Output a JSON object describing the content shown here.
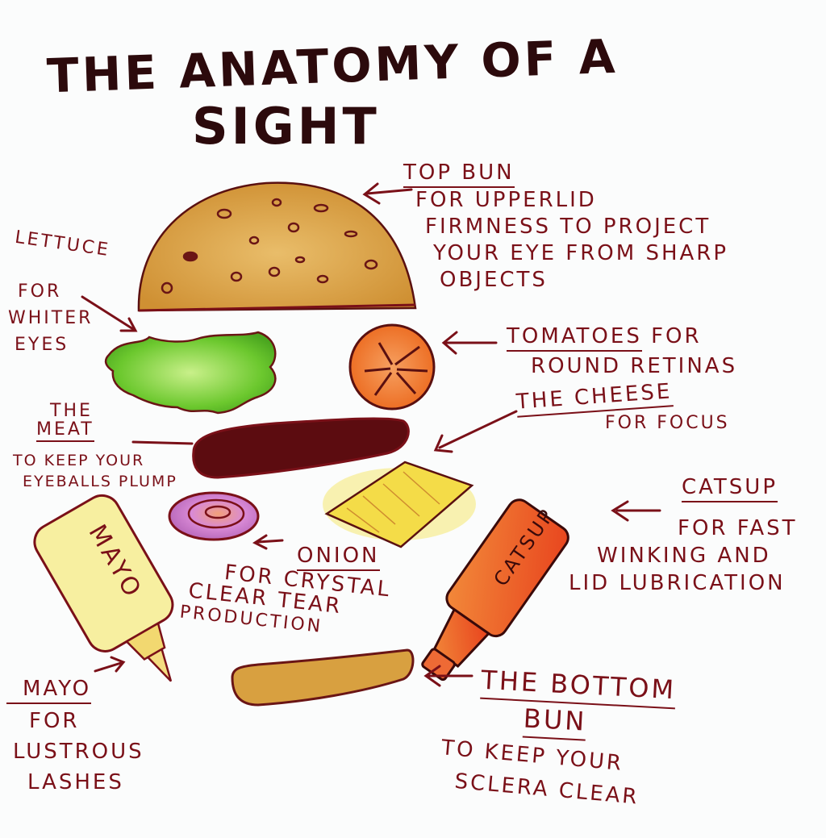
{
  "title": {
    "line1": "THE ANATOMY OF A",
    "line2": "SIGHT"
  },
  "colors": {
    "ink": "#7a1018",
    "title_ink": "#2c0a0c",
    "bun": "#d9a54a",
    "lettuce": "#7ed23a",
    "tomato": "#f07a2a",
    "meat": "#5a0c0e",
    "cheese": "#f3df5a",
    "onion": "#c77ac9",
    "catsup": "#f0622a",
    "mayo": "#f6ee9a"
  },
  "parts": [
    {
      "id": "top-bun",
      "name": "TOP BUN",
      "desc": [
        "FOR UPPERLID",
        "FIRMNESS  TO PROJECT",
        "YOUR EYE FROM SHARP",
        "OBJECTS"
      ]
    },
    {
      "id": "lettuce",
      "name": "LETTUCE",
      "desc": [
        "FOR",
        "WHITER",
        "EYES"
      ]
    },
    {
      "id": "tomatoes",
      "name": "TOMATOES",
      "name_suffix": "FOR",
      "desc": [
        "ROUND RETINAS"
      ]
    },
    {
      "id": "meat",
      "name_top": "THE",
      "name": "MEAT",
      "desc": [
        "TO KEEP YOUR",
        "EYEBALLS PLUMP"
      ]
    },
    {
      "id": "cheese",
      "name": "THE CHEESE",
      "desc": [
        "FOR FOCUS"
      ]
    },
    {
      "id": "catsup",
      "name": "CATSUP",
      "desc": [
        "FOR FAST",
        "WINKING  AND",
        "LID LUBRICATION"
      ]
    },
    {
      "id": "onion",
      "name": "ONION",
      "desc": [
        "FOR CRYSTAL",
        "CLEAR TEAR",
        "PRODUCTION"
      ]
    },
    {
      "id": "mayo",
      "name": "MAYO",
      "desc": [
        "FOR",
        "LUSTROUS",
        "LASHES"
      ]
    },
    {
      "id": "bottom-bun",
      "name_lines": [
        "THE BOTTOM",
        "BUN"
      ],
      "desc": [
        "TO KEEP YOUR",
        "SCLERA  CLEAR"
      ]
    }
  ],
  "bottle_labels": {
    "mayo": "MAYO",
    "catsup": "CATSUP"
  }
}
